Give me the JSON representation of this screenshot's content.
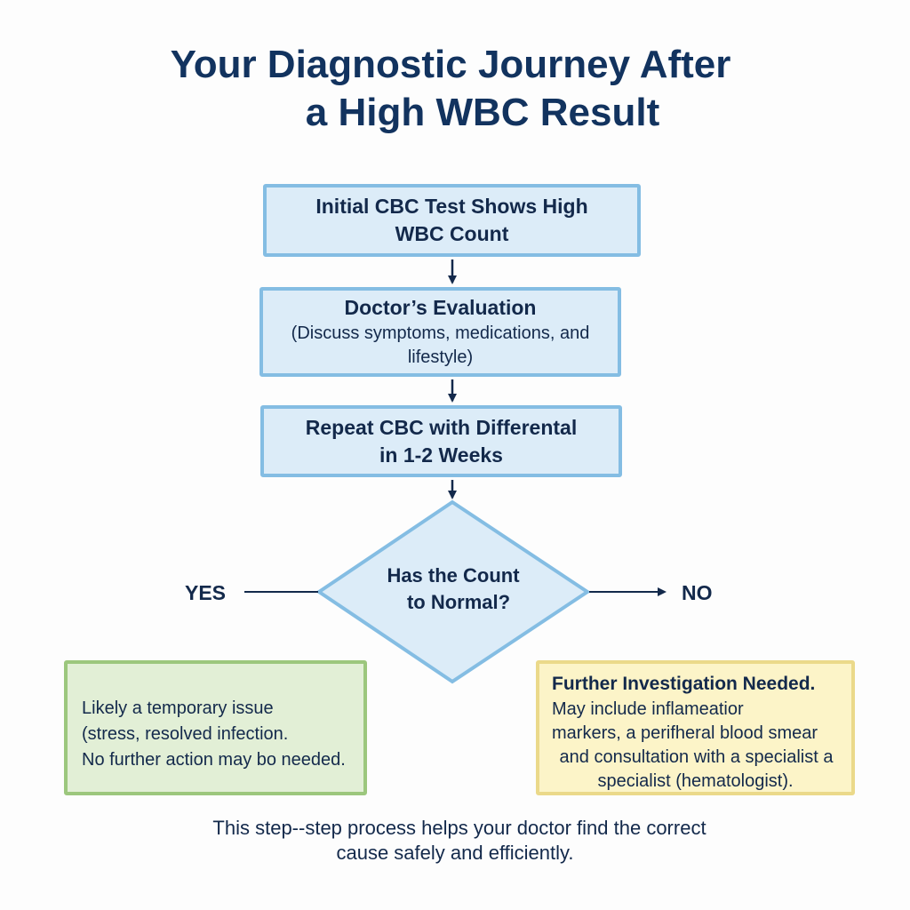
{
  "title": {
    "line1": "Your Diagnostic Journey After",
    "line2": "a High WBC Result"
  },
  "steps": [
    {
      "title_line1": "Initial CBC Test Shows High",
      "title_line2": "WBC Count"
    },
    {
      "title": "Doctor’s Evaluation",
      "detail_line1": "(Discuss symptoms, medications, and",
      "detail_line2": "lifestyle)"
    },
    {
      "title_line1": "Repeat CBC with Differental",
      "title_line2": "in 1-2 Weeks"
    }
  ],
  "decision": {
    "line1": "Has the Count",
    "line2": "to Normal?",
    "yes_label": "YES",
    "no_label": "NO"
  },
  "outcomes": {
    "yes": {
      "lines": [
        "Likely a temporary issue",
        "(stress, resolved infection.",
        "No further action may bo needed."
      ]
    },
    "no": {
      "heading": "Further Investigation Needed.",
      "lines": [
        "May include inflameatior",
        "markers, a perifheral blood smear",
        "and consultation with a specialist a",
        "specialist (hematologist)."
      ]
    }
  },
  "footer": {
    "line1": "This step--step process helps your doctor find the correct",
    "line2": "cause safely and efficiently."
  },
  "colors": {
    "text": "#13294b",
    "step_fill": "#dcecf8",
    "step_border": "#84bde3",
    "yes_fill": "#e2efd6",
    "yes_border": "#9cc77d",
    "no_fill": "#fcf4c8",
    "no_border": "#ebd98a"
  }
}
